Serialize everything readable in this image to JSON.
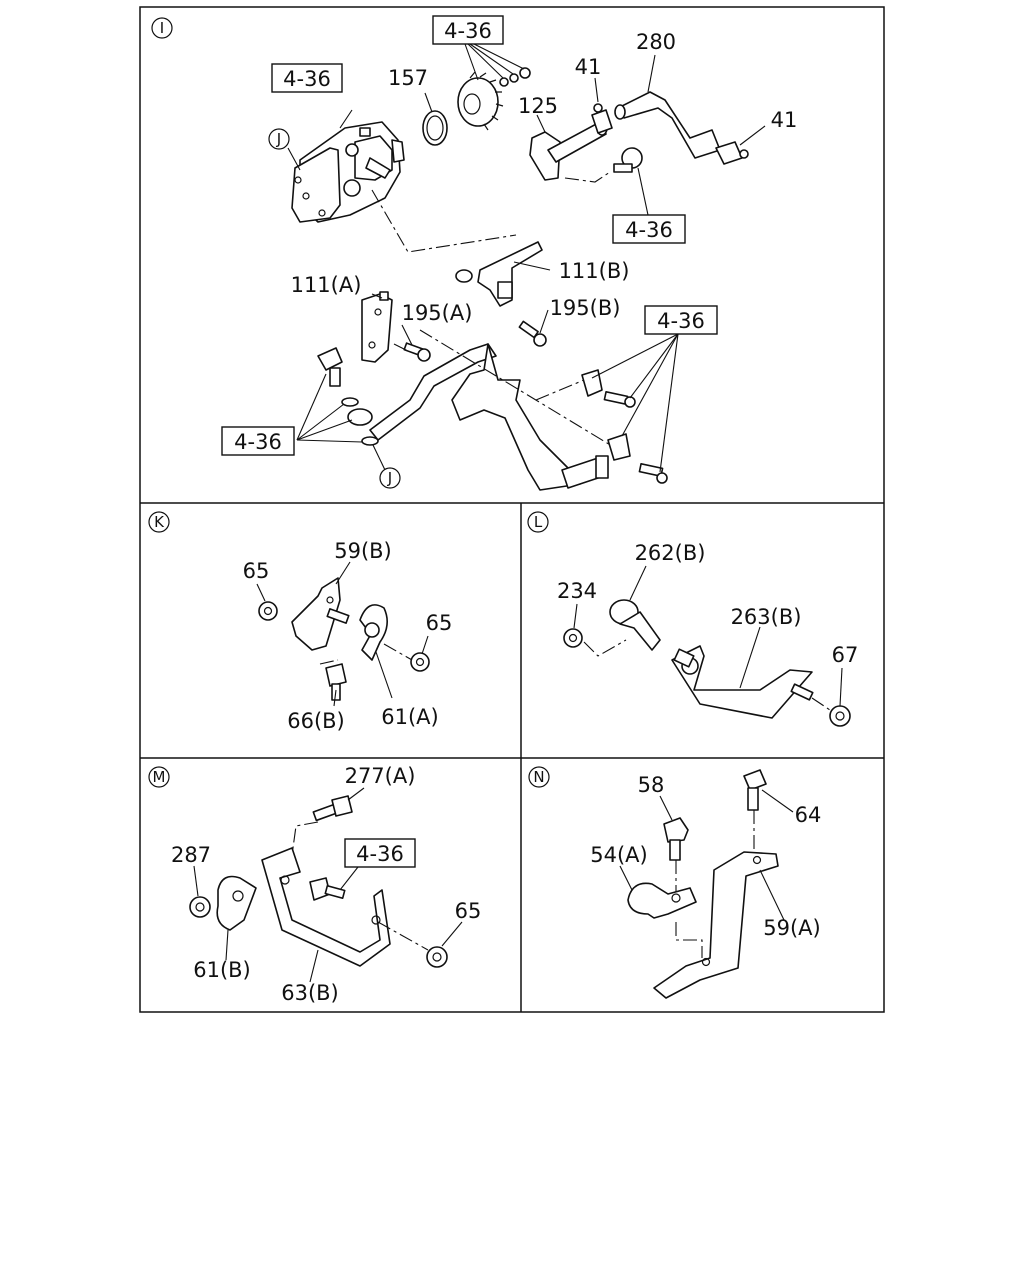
{
  "panels": {
    "I": {
      "id": "I",
      "labels": {
        "ref_top_left": "4-36",
        "ref_top_center": "4-36",
        "p157": "157",
        "p280": "280",
        "p41_a": "41",
        "p125": "125",
        "p41_b": "41",
        "ref_mid_right": "4-36",
        "p111b": "111(B)",
        "p111a": "111(A)",
        "p195a": "195(A)",
        "p195b": "195(B)",
        "ref_lower_right": "4-36",
        "ref_lower_left": "4-36",
        "j_top": "J",
        "j_bottom": "J"
      }
    },
    "K": {
      "id": "K",
      "labels": {
        "p59b": "59(B)",
        "p65_a": "65",
        "p65_b": "65",
        "p66b": "66(B)",
        "p61a": "61(A)"
      }
    },
    "L": {
      "id": "L",
      "labels": {
        "p262b": "262(B)",
        "p234": "234",
        "p263b": "263(B)",
        "p67": "67"
      }
    },
    "M": {
      "id": "M",
      "labels": {
        "p277a": "277(A)",
        "ref": "4-36",
        "p287": "287",
        "p65": "65",
        "p61b": "61(B)",
        "p63b": "63(B)"
      }
    },
    "N": {
      "id": "N",
      "labels": {
        "p58": "58",
        "p64": "64",
        "p54a": "54(A)",
        "p59a": "59(A)"
      }
    }
  }
}
